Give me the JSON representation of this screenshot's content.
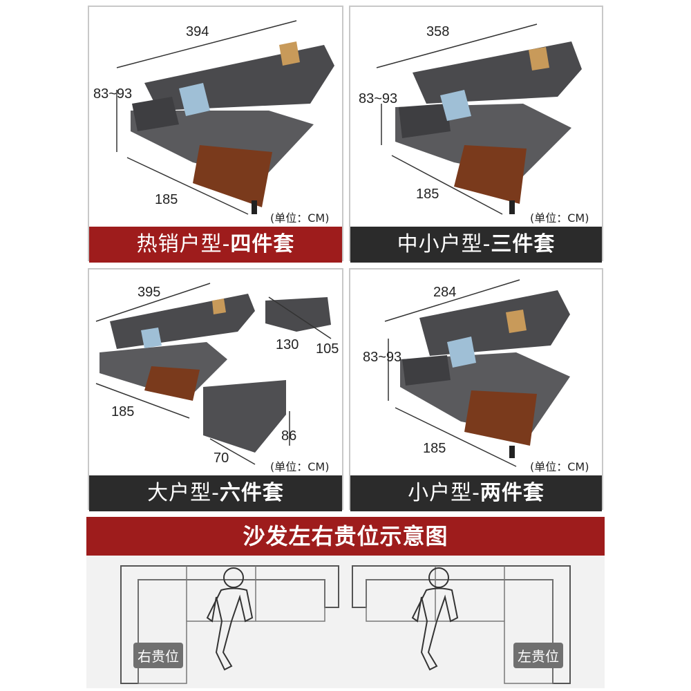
{
  "panels": [
    {
      "title_prefix": "热销户型-",
      "title_bold": "四件套",
      "dim_top": "394",
      "dim_height": "83~93",
      "dim_side": "185",
      "unit": "(单位：CM)"
    },
    {
      "title_prefix": "中小户型-",
      "title_bold": "三件套",
      "dim_top": "358",
      "dim_height": "83~93",
      "dim_side": "185",
      "unit": "(单位：CM)"
    },
    {
      "title_prefix": "大户型-",
      "title_bold": "六件套",
      "dim_top": "395",
      "dim_chair_w": "130",
      "dim_chair_d": "105",
      "dim_side": "185",
      "dim_ottoman_w": "70",
      "dim_ottoman_d": "86",
      "unit": "(单位：CM)"
    },
    {
      "title_prefix": "小户型-",
      "title_bold": "两件套",
      "dim_top": "284",
      "dim_height": "83~93",
      "dim_side": "185",
      "unit": "(单位：CM)"
    }
  ],
  "orientation": {
    "title": "沙发左右贵位示意图",
    "right_label": "右贵位",
    "left_label": "左贵位"
  },
  "colors": {
    "red_banner": "#9e1c1c",
    "dark_banner": "#2b2b2b",
    "sofa": "#4a4a4d",
    "wood": "#7a3a1c"
  }
}
